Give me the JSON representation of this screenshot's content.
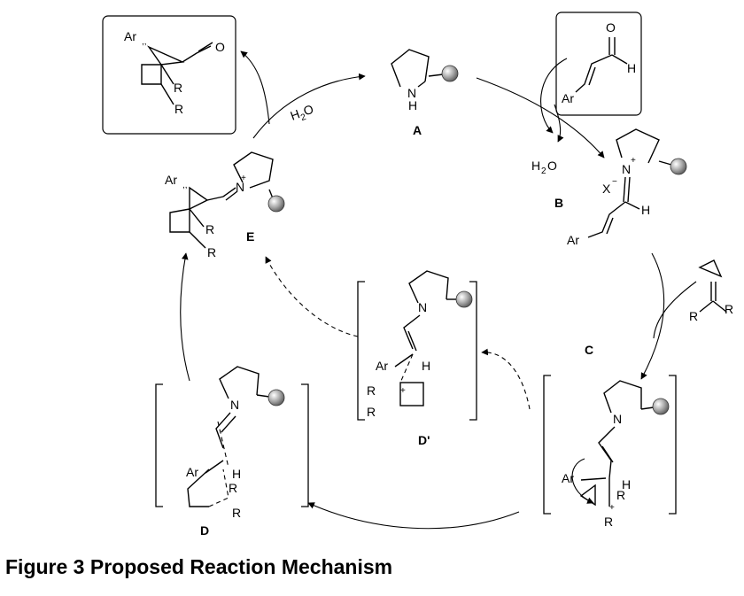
{
  "caption": "Figure 3 Proposed Reaction Mechanism",
  "labels": {
    "A": "A",
    "B": "B",
    "C": "C",
    "D": "D",
    "D_prime": "D'",
    "E": "E"
  },
  "reagents": {
    "water_in": "H2O",
    "water_out": "H2O"
  },
  "atoms": {
    "N": "N",
    "H": "H",
    "O": "O",
    "Ar": "Ar",
    "R": "R",
    "X": "X",
    "minus": "−",
    "plus": "+",
    "two": "2"
  }
}
